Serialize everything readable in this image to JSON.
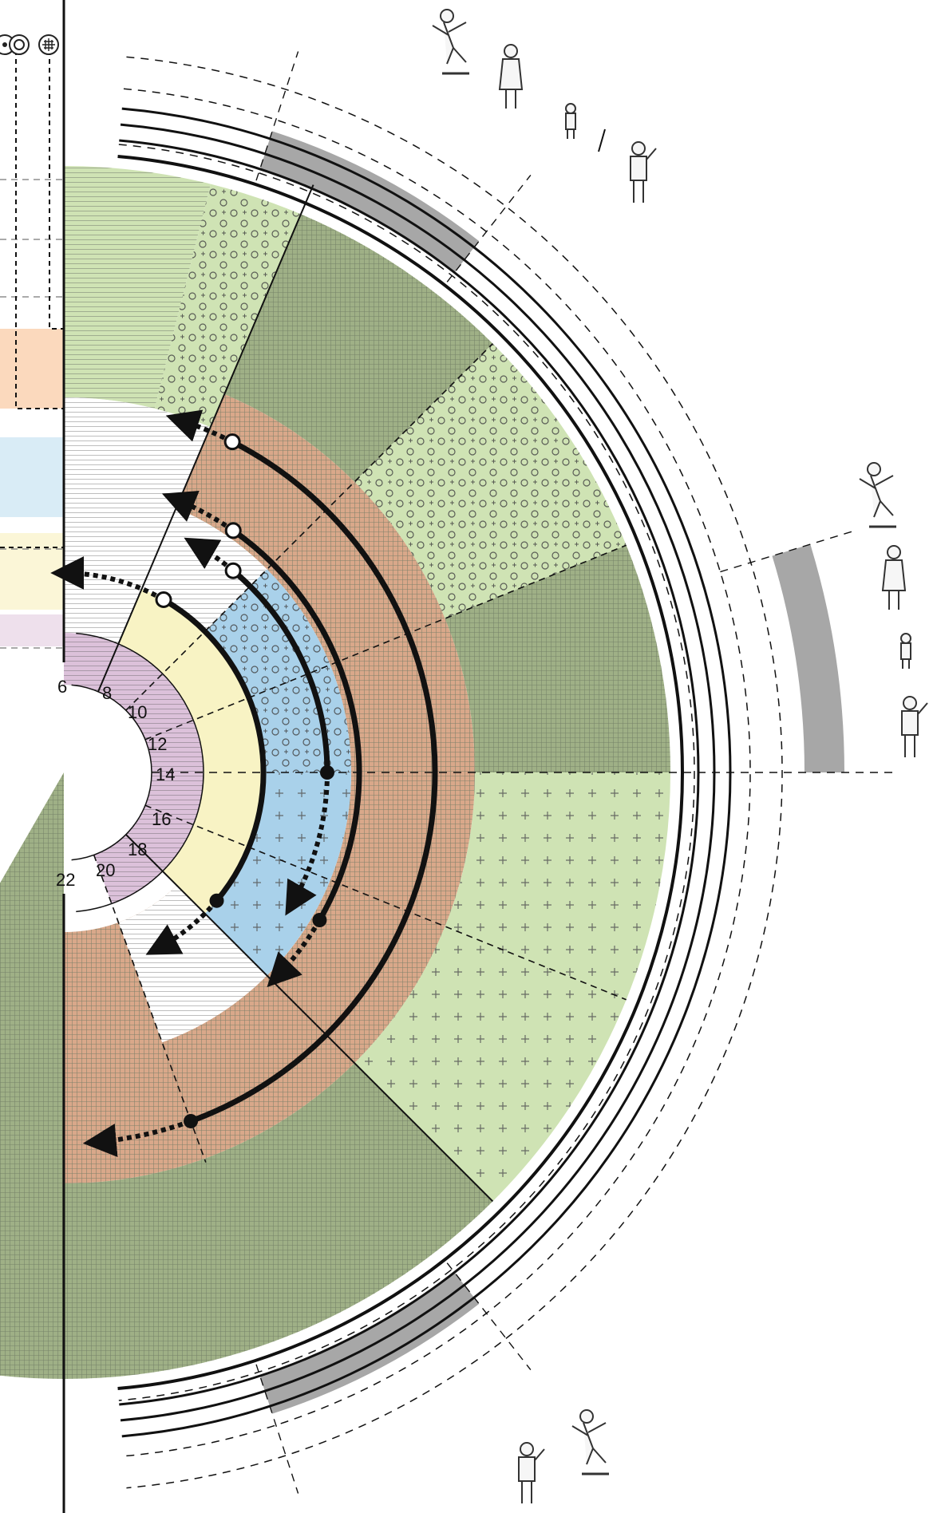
{
  "diagram": {
    "hour_labels": [
      "6",
      "8",
      "10",
      "12",
      "14",
      "16",
      "18",
      "20",
      "22"
    ],
    "legend_icons": [
      "circle-dot-icon",
      "bullseye-icon",
      "grid-circle-icon"
    ],
    "user_groups": [
      {
        "name": "group-top",
        "icons": [
          "skateboarder-icon",
          "walking-woman-icon",
          "child-icon",
          "man-with-phone-icon"
        ]
      },
      {
        "name": "group-right",
        "icons": [
          "skateboarder-icon",
          "walking-woman-icon",
          "child-icon",
          "man-with-phone-icon"
        ]
      },
      {
        "name": "group-bottom",
        "icons": [
          "man-with-phone-icon",
          "skateboarder-icon"
        ]
      }
    ],
    "colors": {
      "green": "#cfe3b4",
      "green_dark": "#9fb086",
      "brown": "#d9a88a",
      "blue": "#a9d1ea",
      "yellow": "#f8f3c4",
      "purple": "#dcc1da",
      "orange": "#fbd9bd",
      "light_blue": "#d9ecf6",
      "light_yellow": "#fbf6d7",
      "grey_band": "#a7a7a7",
      "ink": "#111111"
    }
  }
}
